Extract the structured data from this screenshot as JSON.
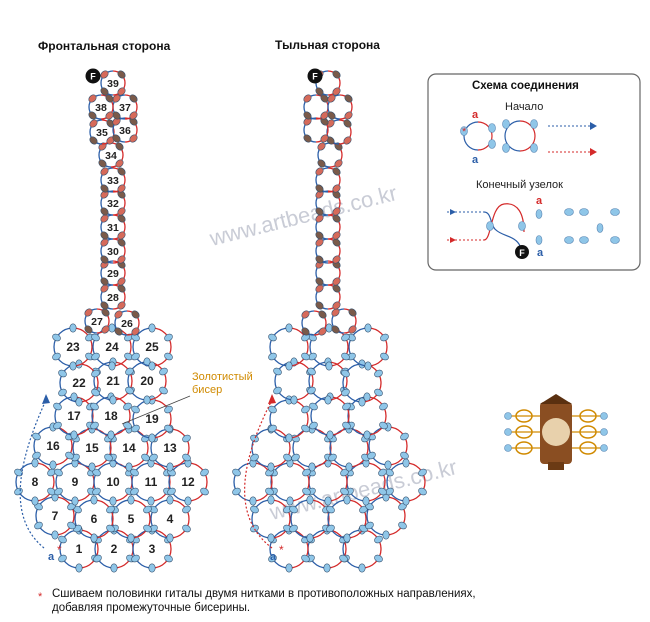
{
  "headings": {
    "front": "Фронтальная сторона",
    "back": "Тыльная сторона"
  },
  "watermark": {
    "top": "www.artbeads.co.kr",
    "bottom": "www.artbeads.co.kr"
  },
  "gold_label": {
    "line1": "Золотистый",
    "line2": "бисер"
  },
  "legend_panel": {
    "title": "Схема соединения",
    "start_label": "Начало",
    "end_label": "Конечный узелок",
    "letter_a": "a",
    "finish_letter": "F"
  },
  "markers": {
    "finish": "F",
    "start": "a"
  },
  "front_rings": [
    {
      "label": "1"
    },
    {
      "label": "2"
    },
    {
      "label": "3"
    },
    {
      "label": "4"
    },
    {
      "label": "5"
    },
    {
      "label": "6"
    },
    {
      "label": "7"
    },
    {
      "label": "8"
    },
    {
      "label": "9"
    },
    {
      "label": "10"
    },
    {
      "label": "11"
    },
    {
      "label": "12"
    },
    {
      "label": "13"
    },
    {
      "label": "14"
    },
    {
      "label": "15"
    },
    {
      "label": "16"
    },
    {
      "label": "17"
    },
    {
      "label": "18"
    },
    {
      "label": "19"
    },
    {
      "label": "20"
    },
    {
      "label": "21"
    },
    {
      "label": "22"
    },
    {
      "label": "23"
    },
    {
      "label": "24"
    },
    {
      "label": "25"
    },
    {
      "label": "26"
    },
    {
      "label": "27"
    },
    {
      "label": "28"
    },
    {
      "label": "29"
    },
    {
      "label": "30"
    },
    {
      "label": "31"
    },
    {
      "label": "32"
    },
    {
      "label": "33"
    },
    {
      "label": "34"
    },
    {
      "label": "35"
    },
    {
      "label": "36"
    },
    {
      "label": "37"
    },
    {
      "label": "38"
    },
    {
      "label": "39"
    }
  ],
  "footer": {
    "line1": "Сшиваем половинки гиталы двумя нитками в противоположных направлениях,",
    "line2": "добавляя промежуточные бисерины."
  },
  "colors": {
    "blue_thread": "#2b5ea8",
    "red_thread": "#d42a2a",
    "light_bead": "#8fc6e8",
    "dark_bead": "#7a5a4a",
    "red_bead": "#d66a5a",
    "gold_text": "#d08a00",
    "panel_border": "#666666"
  }
}
